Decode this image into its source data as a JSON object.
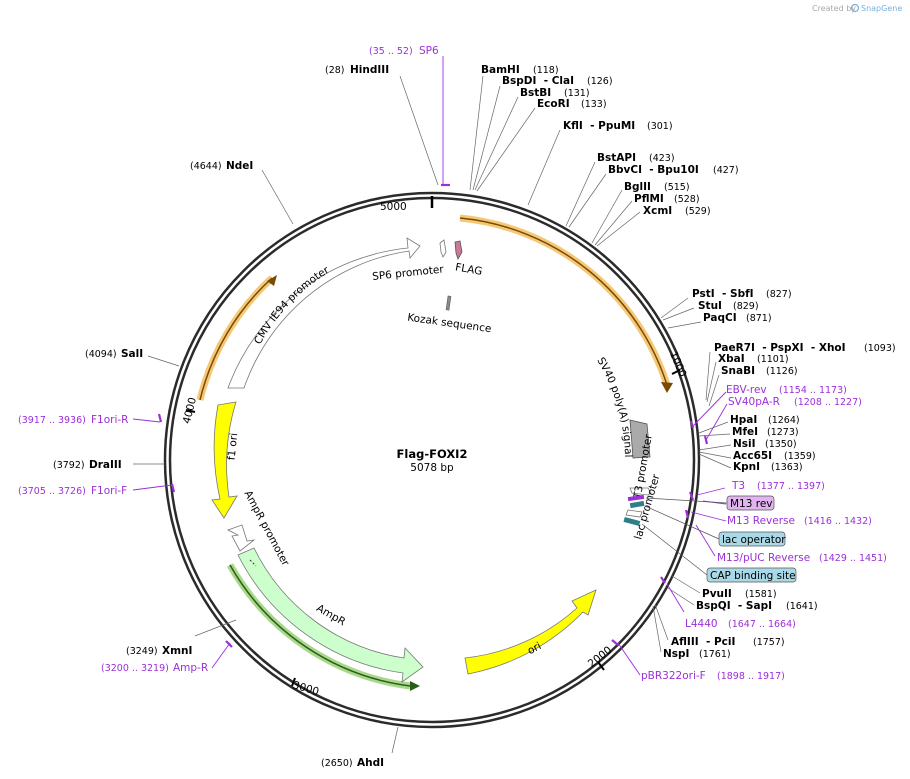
{
  "credit": "Created by",
  "brand": "SnapGene",
  "plasmid": {
    "name": "Flag-FOXI2",
    "size": "5078 bp"
  },
  "ticks": [
    "1000",
    "2000",
    "3000",
    "4000",
    "5000"
  ],
  "colors": {
    "backbone": "#2b2b2b",
    "primer": "#9b30d9",
    "promoter_fill": "#ffffff",
    "cds_orange": "#f5a623",
    "ori_yellow": "#ffff00",
    "ampr_green": "#ccffcc",
    "misc_gray": "#aaaaaa",
    "lac_teal": "#2e7e8c",
    "flag_pink": "#cc7799"
  },
  "enzymes": [
    {
      "name": "(28)",
      "label": "HindIII"
    },
    {
      "name": "BamHI",
      "label": "(118)"
    },
    {
      "name": "BspDI  - ClaI",
      "label": "(126)"
    },
    {
      "name": "BstBI",
      "label": "(131)"
    },
    {
      "name": "EcoRI",
      "label": "(133)"
    },
    {
      "name": "KflI  - PpuMI",
      "label": "(301)"
    },
    {
      "name": "BstAPI",
      "label": "(423)"
    },
    {
      "name": "BbvCI  - Bpu10I",
      "label": "(427)"
    },
    {
      "name": "BglII",
      "label": "(515)"
    },
    {
      "name": "PflMI",
      "label": "(528)"
    },
    {
      "name": "XcmI",
      "label": "(529)"
    },
    {
      "name": "PstI  - SbfI",
      "label": "(827)"
    },
    {
      "name": "StuI",
      "label": "(829)"
    },
    {
      "name": "PaqCI",
      "label": "(871)"
    },
    {
      "name": "PaeR7I  - PspXI  - XhoI",
      "label": "(1093)"
    },
    {
      "name": "XbaI",
      "label": "(1101)"
    },
    {
      "name": "SnaBI",
      "label": "(1126)"
    },
    {
      "name": "HpaI",
      "label": "(1264)"
    },
    {
      "name": "MfeI",
      "label": "(1273)"
    },
    {
      "name": "NsiI",
      "label": "(1350)"
    },
    {
      "name": "Acc65I",
      "label": "(1359)"
    },
    {
      "name": "KpnI",
      "label": "(1363)"
    },
    {
      "name": "PvuII",
      "label": "(1581)"
    },
    {
      "name": "BspQI  - SapI",
      "label": "(1641)"
    },
    {
      "name": "AflIII  - PciI",
      "label": "(1757)"
    },
    {
      "name": "NspI",
      "label": "(1761)"
    },
    {
      "name": "(2650)",
      "label": "AhdI"
    },
    {
      "name": "(3249)",
      "label": "XmnI"
    },
    {
      "name": "(3792)",
      "label": "DraIII"
    },
    {
      "name": "(4094)",
      "label": "SalI"
    },
    {
      "name": "(4644)",
      "label": "NdeI"
    }
  ],
  "primers": [
    {
      "name": "SP6",
      "pos": "(35 .. 52)"
    },
    {
      "name": "EBV-rev",
      "pos": "(1154 .. 1173)"
    },
    {
      "name": "SV40pA-R",
      "pos": "(1208 .. 1227)"
    },
    {
      "name": "T3",
      "pos": "(1377 .. 1397)"
    },
    {
      "name": "M13 Reverse",
      "pos": "(1416 .. 1432)"
    },
    {
      "name": "M13/pUC Reverse",
      "pos": "(1429 .. 1451)"
    },
    {
      "name": "L4440",
      "pos": "(1647 .. 1664)"
    },
    {
      "name": "pBR322ori-F",
      "pos": "(1898 .. 1917)"
    },
    {
      "name": "Amp-R",
      "pos": "(3200 .. 3219)"
    },
    {
      "name": "F1ori-F",
      "pos": "(3705 .. 3726)"
    },
    {
      "name": "F1ori-R",
      "pos": "(3917 .. 3936)"
    }
  ],
  "boxes": [
    "M13 rev",
    "lac operator",
    "CAP binding site"
  ],
  "features": [
    "SP6 promoter",
    "FLAG",
    "Kozak sequence",
    "CMV IE94 promoter",
    "SV40 poly(A) signal",
    "T3 promoter",
    "lac promoter",
    "f1 ori",
    "AmpR promoter",
    "AmpR",
    "ori"
  ]
}
